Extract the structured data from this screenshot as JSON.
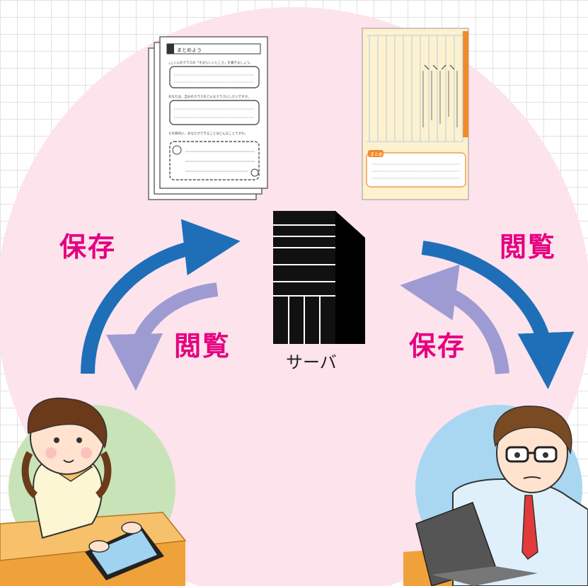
{
  "labels": {
    "left_save": "保存",
    "left_view": "閲覧",
    "right_view": "閲覧",
    "right_save": "保存",
    "server": "サーバ"
  },
  "worksheet": {
    "title": "まとめよう",
    "prompt1": "△△くんのクラスの「すばらしいところ」を書きましょう。",
    "prompt2": "あなたは、自分のクラスをどんなクラスにしたいですか。",
    "prompt3": "その目的に、あなたができることはどんなことですか。"
  },
  "notebook": {
    "footer_tag": "まとめ"
  },
  "colors": {
    "pink_circle": "#fde3ec",
    "blue_arrow": "#1e6fb8",
    "lavender_arrow": "#9d9bd2",
    "label_magenta": "#e5007f",
    "green_circle": "#c9e3b8",
    "blue_circle": "#a9d7f2"
  }
}
